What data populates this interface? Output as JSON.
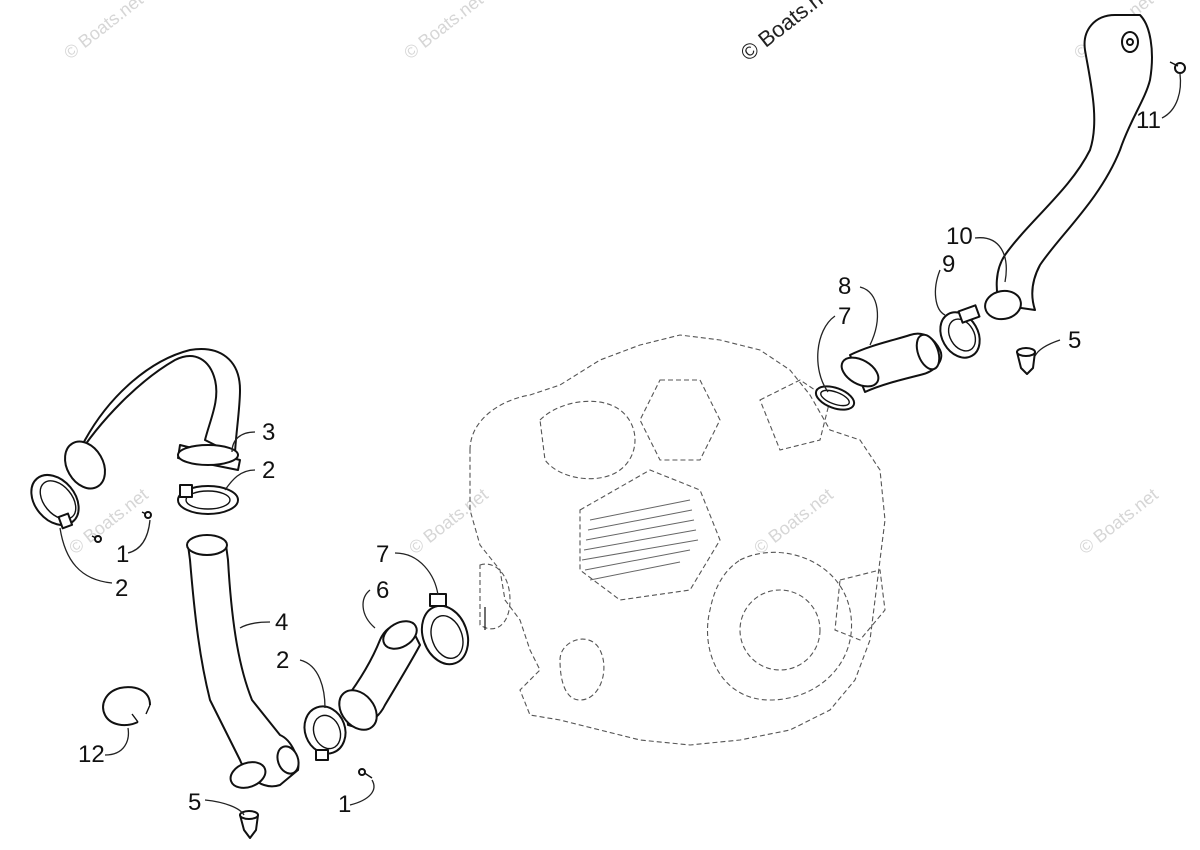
{
  "watermark": {
    "text": "© Boats.net",
    "text_partial": "© Boats.ne"
  },
  "callouts": [
    {
      "id": "c1a",
      "label": "1"
    },
    {
      "id": "c1b",
      "label": "1"
    },
    {
      "id": "c2a",
      "label": "2"
    },
    {
      "id": "c2b",
      "label": "2"
    },
    {
      "id": "c2c",
      "label": "2"
    },
    {
      "id": "c3",
      "label": "3"
    },
    {
      "id": "c4",
      "label": "4"
    },
    {
      "id": "c5a",
      "label": "5"
    },
    {
      "id": "c5b",
      "label": "5"
    },
    {
      "id": "c6",
      "label": "6"
    },
    {
      "id": "c7a",
      "label": "7"
    },
    {
      "id": "c7b",
      "label": "7"
    },
    {
      "id": "c8",
      "label": "8"
    },
    {
      "id": "c9",
      "label": "9"
    },
    {
      "id": "c10",
      "label": "10"
    },
    {
      "id": "c11",
      "label": "11"
    },
    {
      "id": "c12",
      "label": "12"
    }
  ],
  "colors": {
    "line": "#111111",
    "engine": "#555555",
    "watermark": "#d6d6d6"
  }
}
